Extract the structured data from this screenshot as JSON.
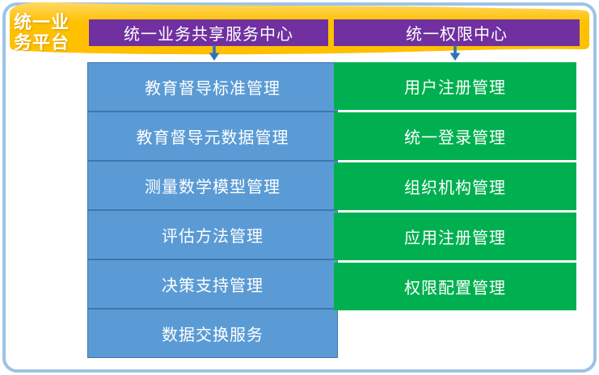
{
  "platform": {
    "line1": "统一业",
    "line2": "务平台"
  },
  "columns": [
    {
      "header": "统一业务共享服务中心",
      "items": [
        "教育督导标准管理",
        "教育督导元数据管理",
        "测量数学模型管理",
        "评估方法管理",
        "决策支持管理",
        "数据交换服务"
      ]
    },
    {
      "header": "统一权限中心",
      "items": [
        "用户注册管理",
        "统一登录管理",
        "组织机构管理",
        "应用注册管理",
        "权限配置管理"
      ]
    }
  ],
  "colors": {
    "banner": "#FFC000",
    "banner_highlight": "#FFD966",
    "header_bar": "#7030A0",
    "business_box": "#5B9BD5",
    "business_box_border": "#3F76AE",
    "permission_box": "#00B050",
    "arrow": "#2E74B5",
    "frame_border": "#9DC3E6",
    "text": "#FFFFFF"
  }
}
